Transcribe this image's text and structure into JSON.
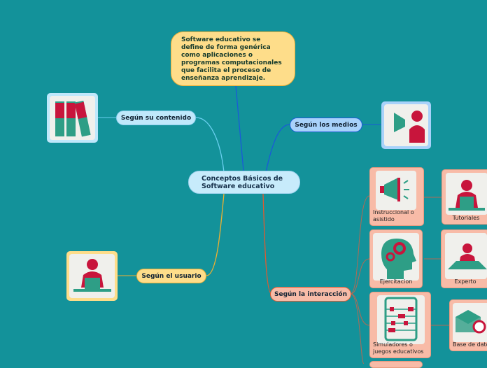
{
  "central": {
    "title": "Conceptos Básicos de Software educativo"
  },
  "note": {
    "text": "Software educativo se define de forma genérica como aplicaciones o programas computacionales que facilita el proceso de enseñanza aprendizaje."
  },
  "branches": {
    "contenido": "Según su contenido",
    "medios": "Según los medios",
    "usuario": "Según el usuario",
    "interaccion": "Según la interacción"
  },
  "interaccion_items": [
    {
      "label": "Instruccional o asistido",
      "child": "Tutoriales"
    },
    {
      "label": "Ejercitacion",
      "child": "Experto"
    },
    {
      "label": "Simuladores o juegos educativos",
      "child": "Base de datos"
    }
  ],
  "colors": {
    "background": "#13929a",
    "central": "#c7ebfb",
    "note": "#fedd8a",
    "card": "#f8bba7",
    "accent_red": "#c8153c",
    "accent_teal": "#2e9e86"
  }
}
